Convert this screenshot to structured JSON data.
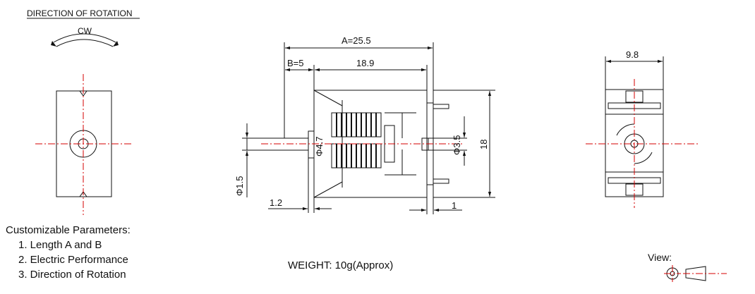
{
  "rotation": {
    "title": "DIRECTION OF ROTATION",
    "direction": "CW"
  },
  "dimensions": {
    "a": "A=25.5",
    "b": "B=5",
    "length": "18.9",
    "height": "18",
    "width": "9.8",
    "shaft_dia": "Φ1.5",
    "boss_dia": "Φ4.7",
    "rear_dia": "Φ3.5",
    "boss_len": "1.2",
    "term_off": "1"
  },
  "parameters": {
    "title": "Customizable Parameters:",
    "items": [
      "1. Length A and B",
      "2. Electric Performance",
      "3. Direction of Rotation"
    ]
  },
  "weight": {
    "label": "WEIGHT:",
    "value": "10g(Approx)"
  },
  "view": {
    "label": "View:"
  },
  "colors": {
    "centerline": "#d40000",
    "line": "#111111"
  }
}
